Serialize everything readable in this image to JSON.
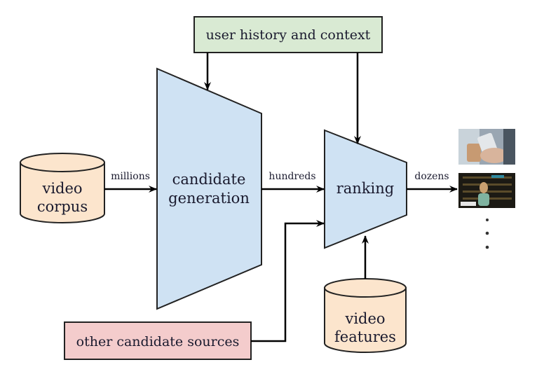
{
  "diagram": {
    "title": "YouTube recommendation system architecture",
    "nodes": {
      "user_history": {
        "label": "user history and context",
        "color": "#d9ead3"
      },
      "video_corpus": {
        "line1": "video",
        "line2": "corpus",
        "color": "#fce5cd"
      },
      "candidate_generation": {
        "line1": "candidate",
        "line2": "generation",
        "color": "#cfe2f3"
      },
      "ranking": {
        "label": "ranking",
        "color": "#cfe2f3"
      },
      "other_sources": {
        "label": "other candidate sources",
        "color": "#f4cccc"
      },
      "video_features": {
        "line1": "video",
        "line2": "features",
        "color": "#fce5cd"
      }
    },
    "edges": {
      "corpus_to_candgen": "millions",
      "candgen_to_ranking": "hundreds",
      "ranking_to_output": "dozens"
    },
    "output": {
      "thumbnails": [
        "phone-and-coffee-thumbnail",
        "music-video-thumbnail"
      ],
      "ellipsis": "⋮"
    }
  }
}
